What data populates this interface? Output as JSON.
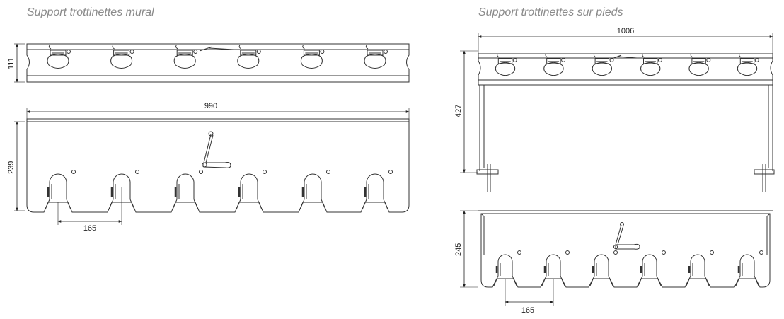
{
  "left_panel": {
    "title": "Support trottinettes mural",
    "dims": {
      "top_height": "111",
      "front_width": "990",
      "front_height": "239",
      "slot_spacing": "165"
    },
    "hook_count": 6
  },
  "right_panel": {
    "title": "Support trottinettes sur pieds",
    "dims": {
      "top_width": "1006",
      "top_height": "427",
      "front_height": "245",
      "slot_spacing": "165"
    },
    "hook_count": 6
  },
  "colors": {
    "line": "#333333",
    "dim_line": "#222222",
    "title": "#8a8a8a"
  }
}
